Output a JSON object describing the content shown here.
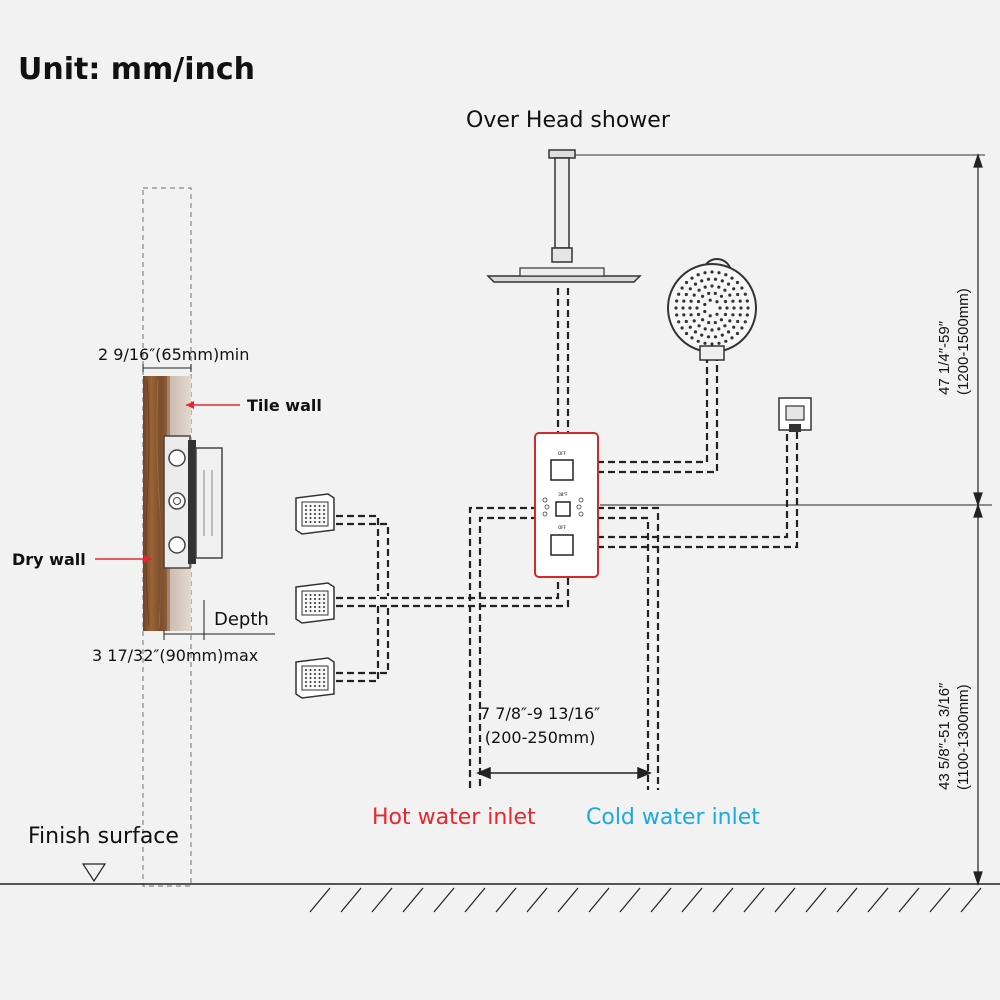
{
  "title": "Unit: mm/inch",
  "labels": {
    "overhead_shower": "Over Head shower",
    "tile_wall": "Tile wall",
    "dry_wall": "Dry wall",
    "depth": "Depth",
    "depth_min": "2 9/16″(65mm)min",
    "depth_max": "3 17/32″(90mm)max",
    "inlet_spacing_in": "7 7/8″-9 13/16″",
    "inlet_spacing_mm": "(200-250mm)",
    "hot_inlet": "Hot water inlet",
    "cold_inlet": "Cold water inlet",
    "finish_surface": "Finish surface",
    "upper_height_in": "47 1/4″-59″",
    "upper_height_mm": "(1200-1500mm)",
    "lower_height_in": "43 5/8″-51 3/16″",
    "lower_height_mm": "(1100-1300mm)"
  },
  "valve_labels": {
    "top": "OFF",
    "middle": "38°F",
    "bottom": "OFF"
  },
  "colors": {
    "hot": "#e8262b",
    "cold": "#1aa9e0",
    "valve_frame": "#d62828",
    "wood": "#8a5a35",
    "line": "#222222"
  }
}
